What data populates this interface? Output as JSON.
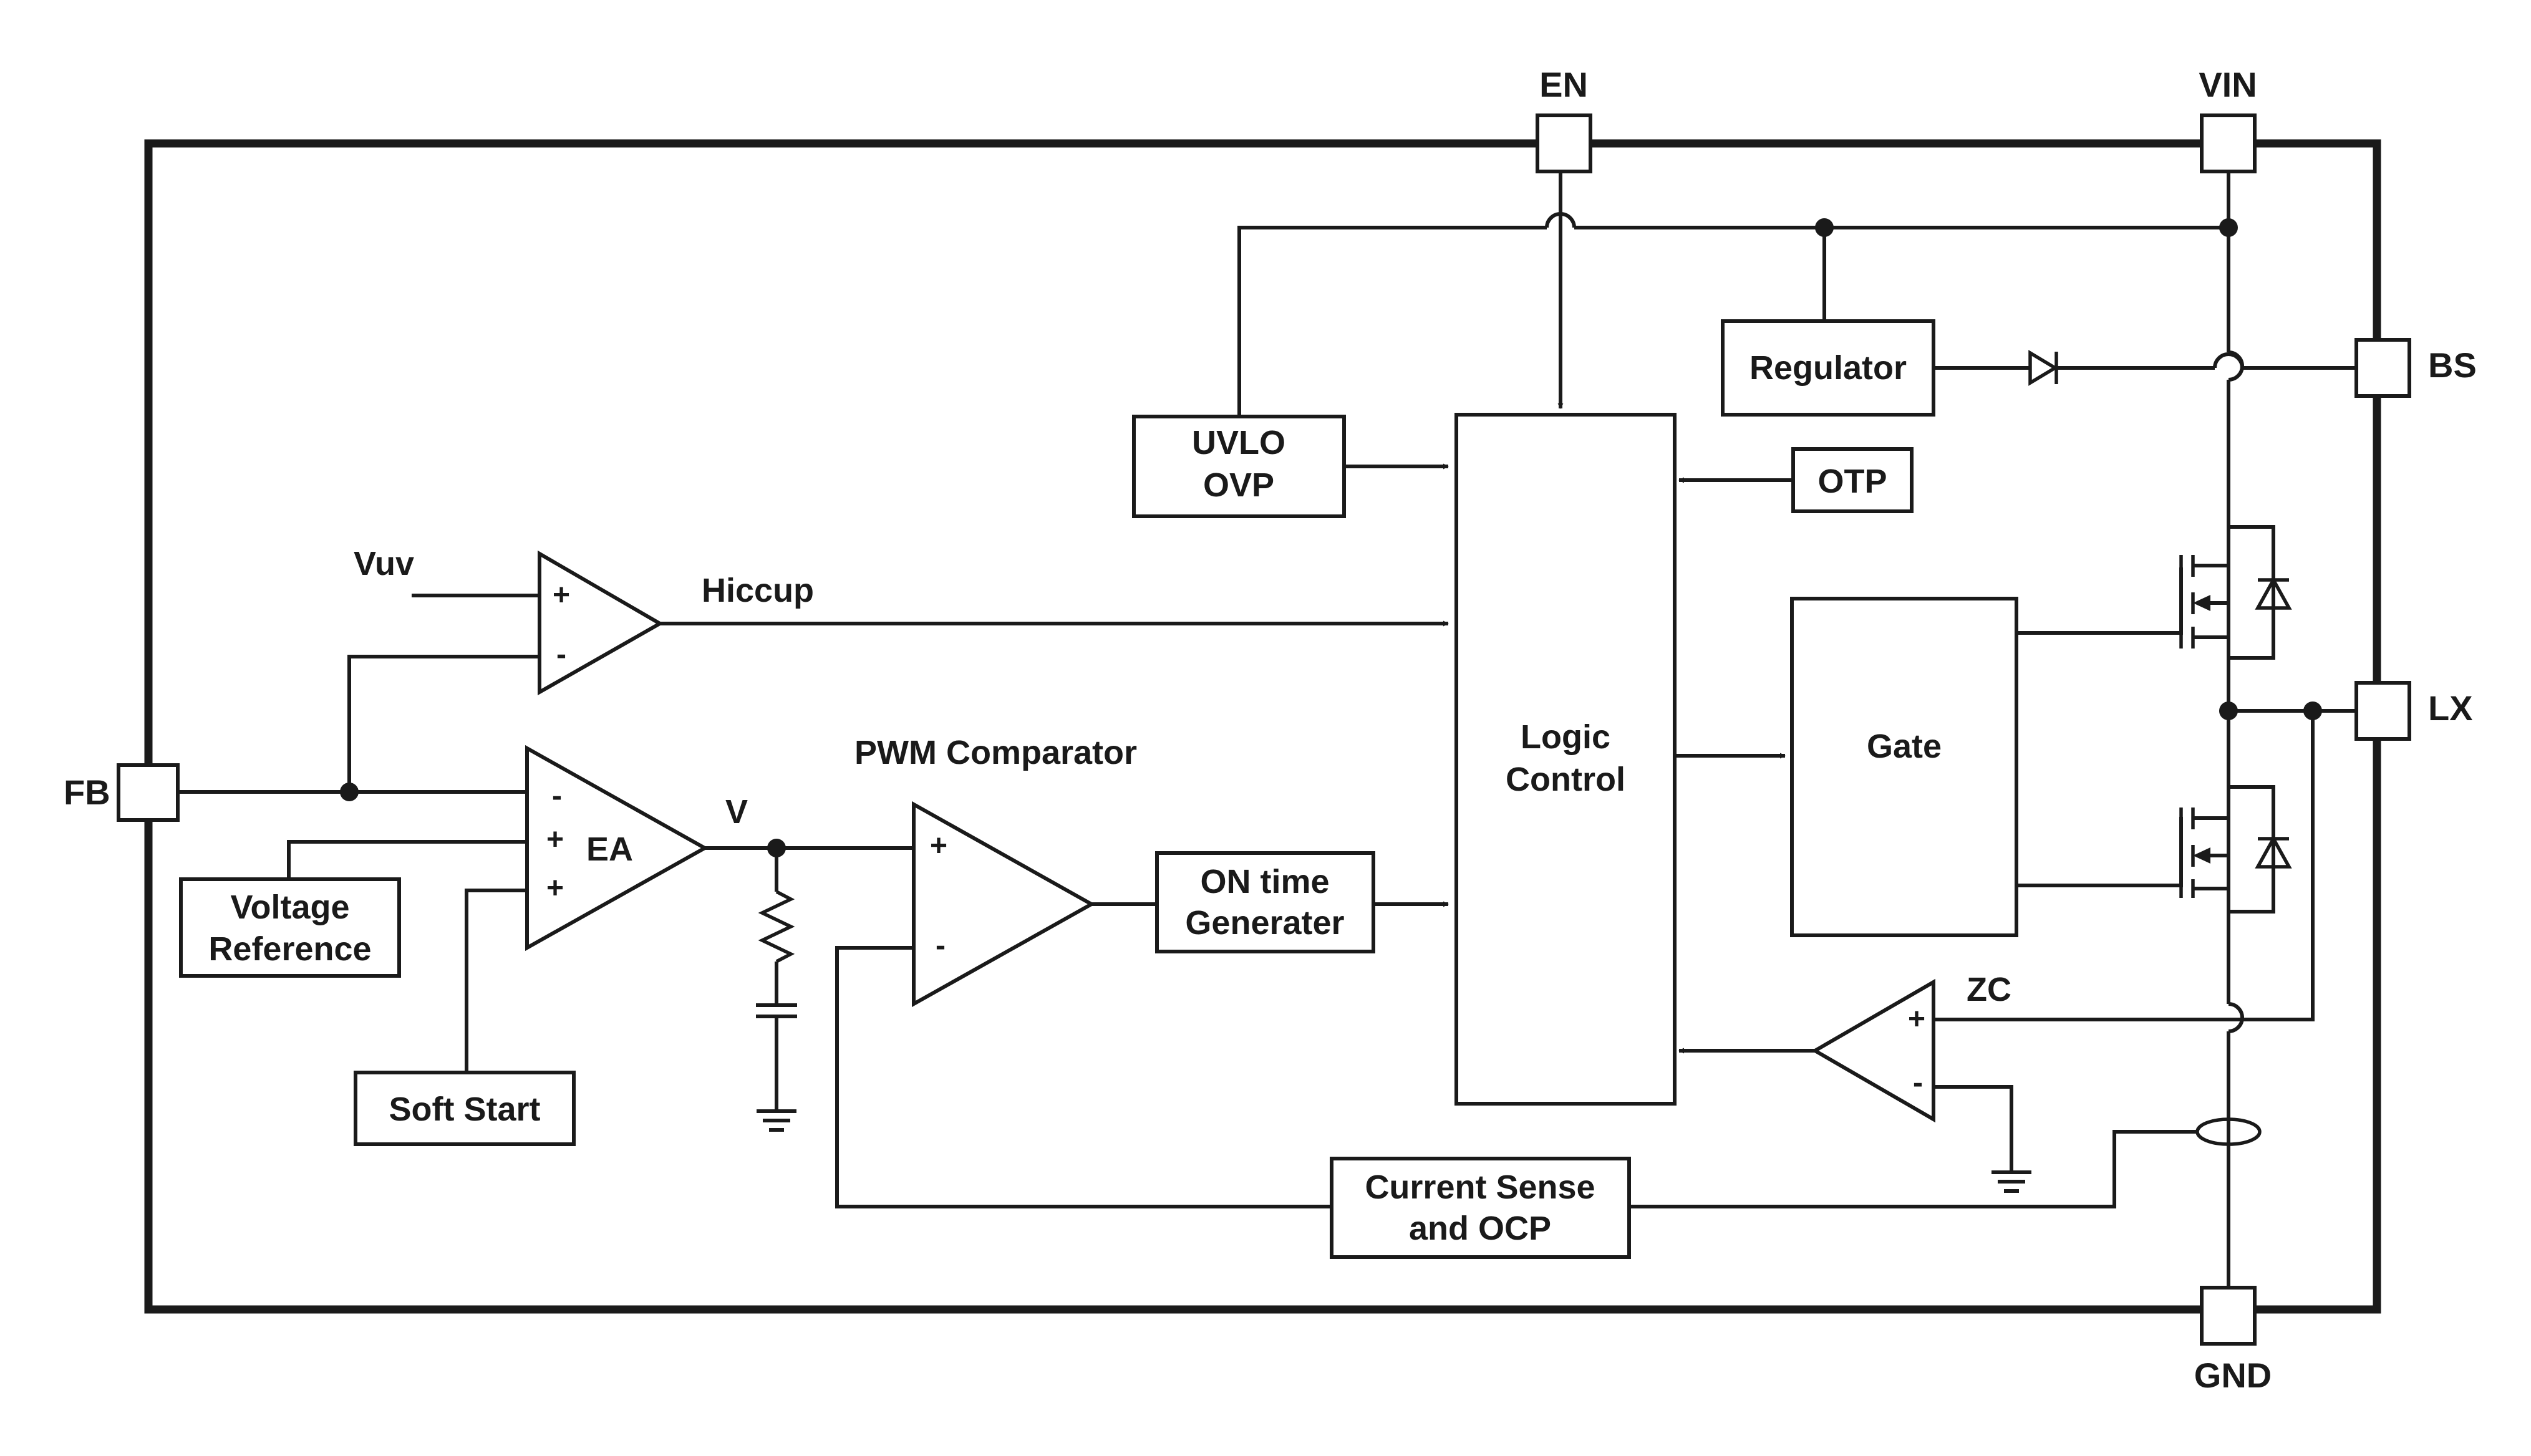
{
  "pins": {
    "en": "EN",
    "vin": "VIN",
    "bs": "BS",
    "lx": "LX",
    "gnd": "GND",
    "fb": "FB"
  },
  "blocks": {
    "regulator": "Regulator",
    "uvlo_line1": "UVLO",
    "uvlo_line2": "OVP",
    "otp": "OTP",
    "logic_line1": "Logic",
    "logic_line2": "Control",
    "gate": "Gate",
    "voltage_ref_line1": "Voltage",
    "voltage_ref_line2": "Reference",
    "soft_start": "Soft Start",
    "on_time_line1": "ON time",
    "on_time_line2": "Generater",
    "current_sense_line1": "Current Sense",
    "current_sense_line2": "and OCP"
  },
  "signals": {
    "vuv": "Vuv",
    "hiccup": "Hiccup",
    "pwm_comparator": "PWM Comparator",
    "v_node": "V",
    "zc": "ZC"
  },
  "amplifiers": {
    "ea": "EA",
    "hiccup_plus": "+",
    "hiccup_minus": "-",
    "ea_minus": "-",
    "ea_plus_1": "+",
    "ea_plus_2": "+",
    "pwm_plus": "+",
    "pwm_minus": "-",
    "zc_plus": "+",
    "zc_minus": "-"
  },
  "colors": {
    "line": "#1a1a1a",
    "background": "#ffffff"
  }
}
